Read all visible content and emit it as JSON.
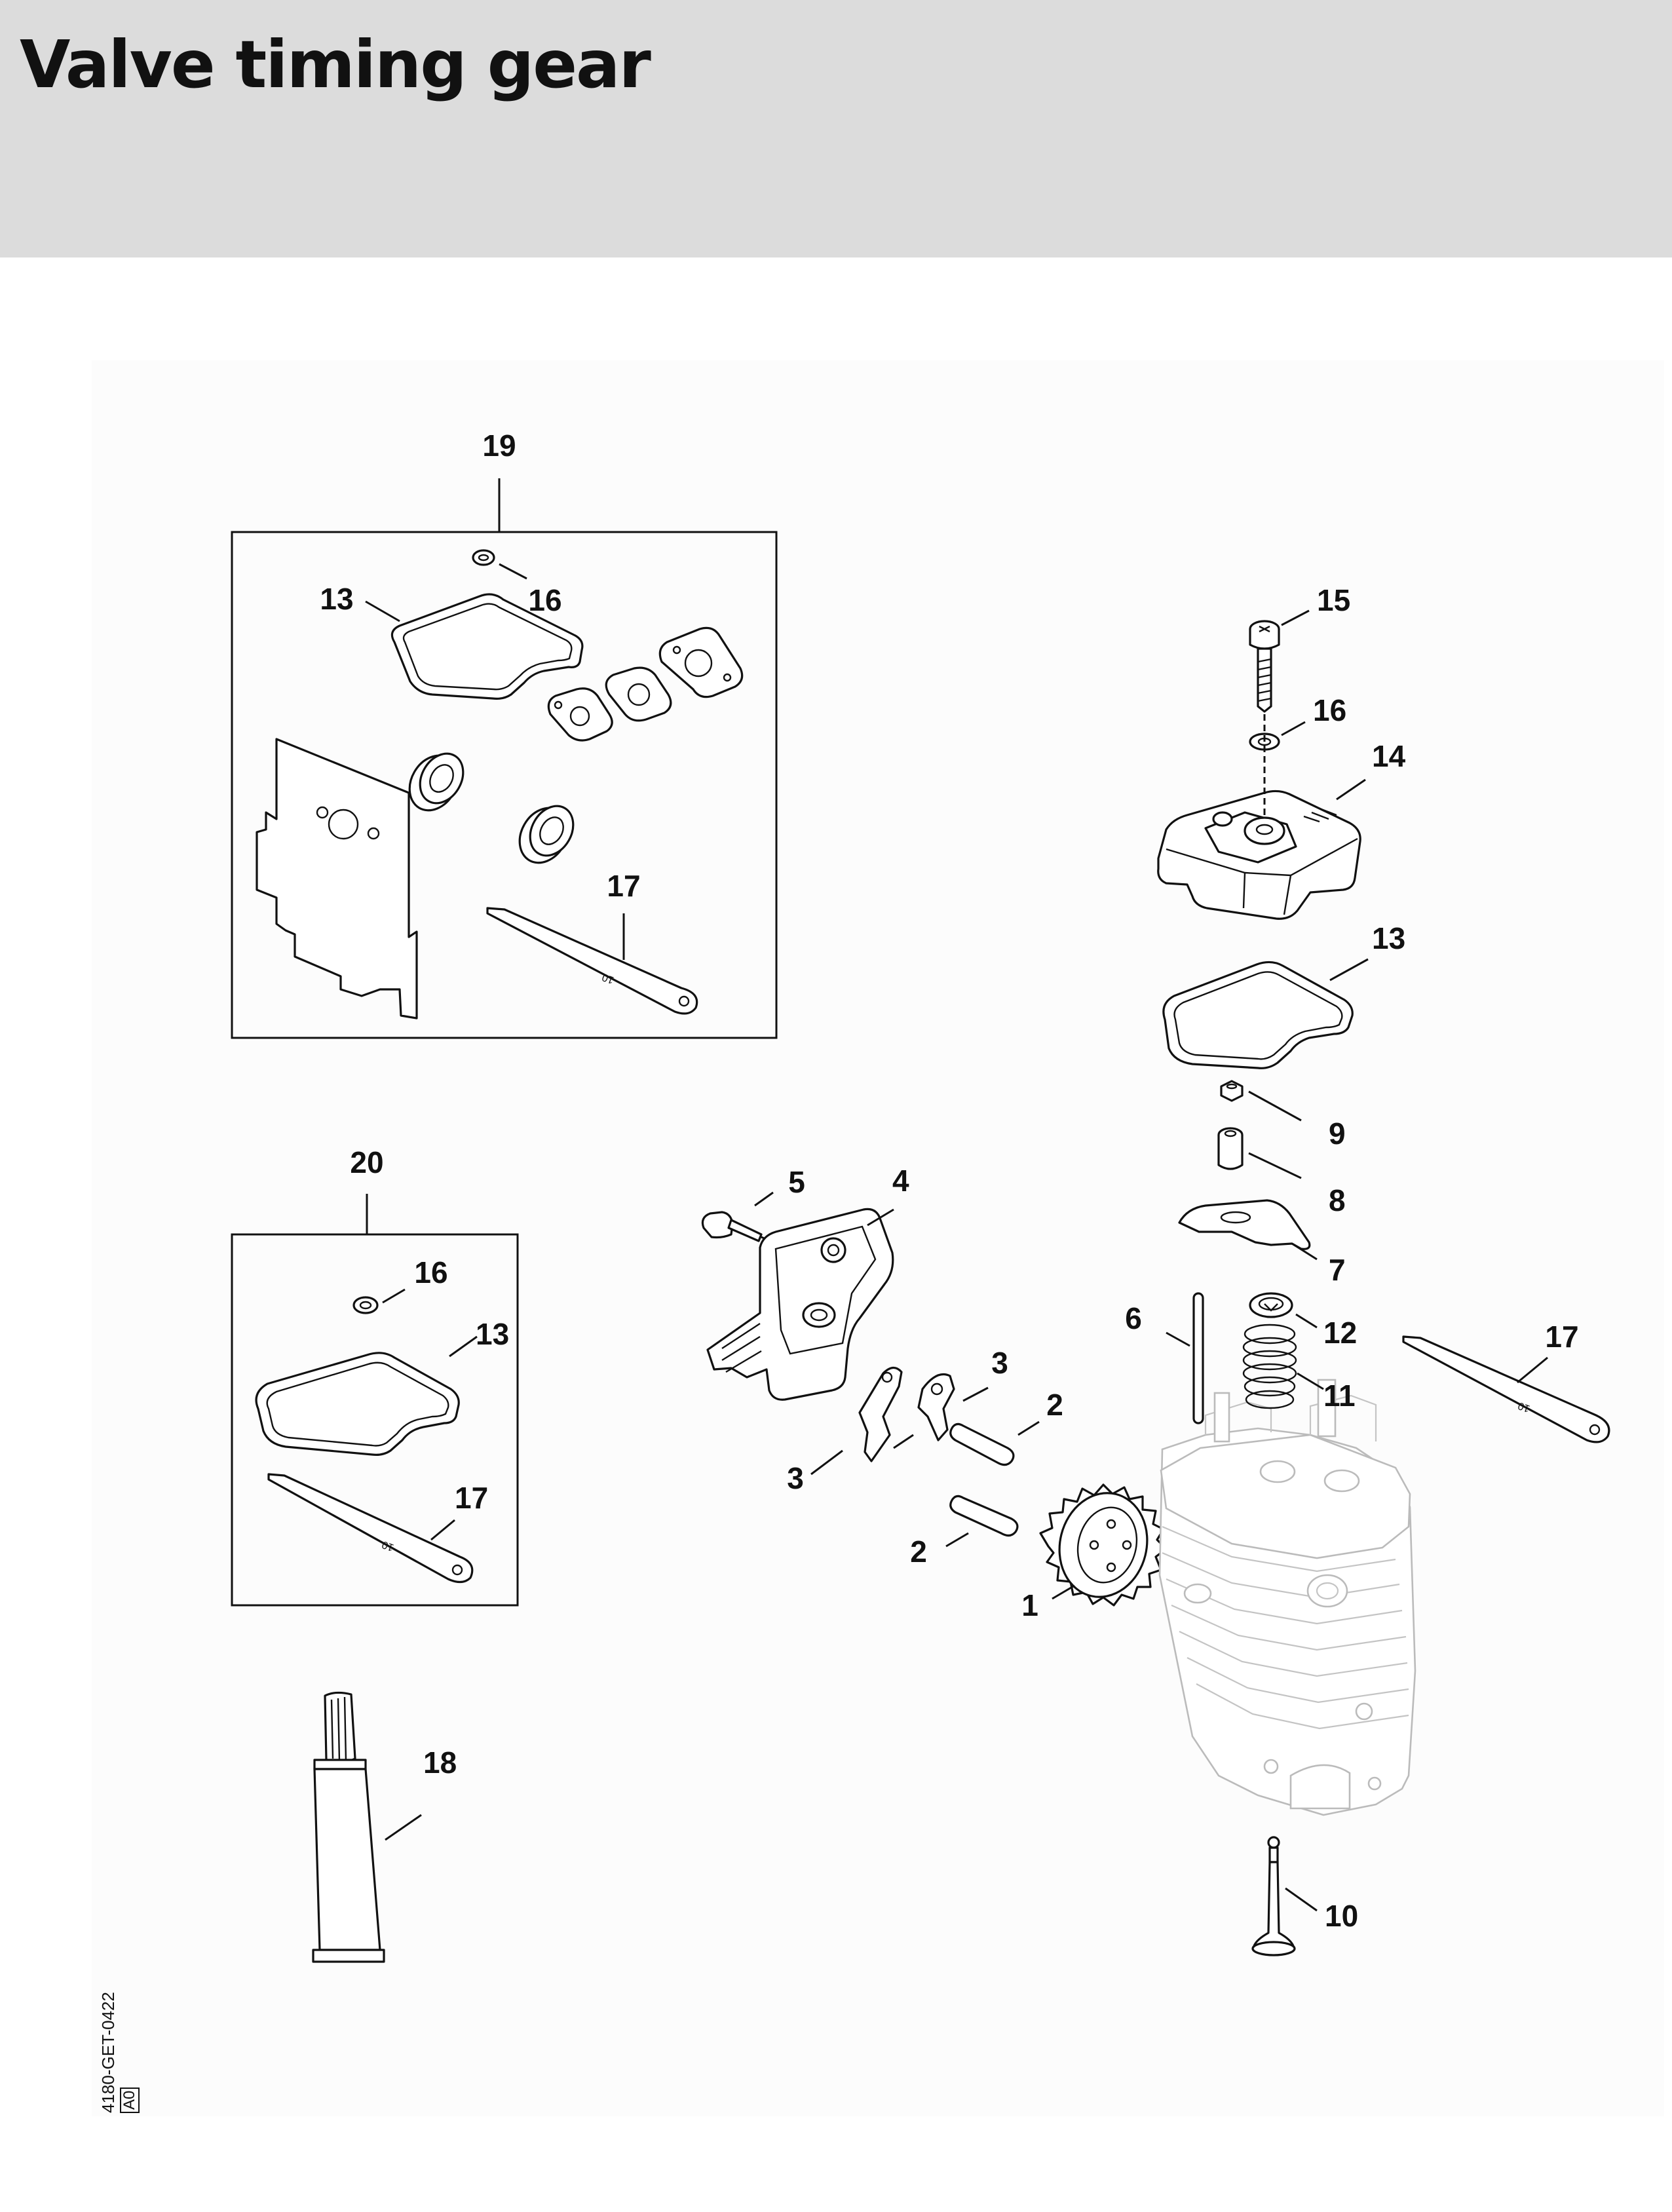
{
  "title": "Valve timing gear",
  "document_code": "4180-GET-0422",
  "document_revision": "A0",
  "kit_19": {
    "label": "19",
    "parts": [
      "13",
      "16",
      "17"
    ]
  },
  "kit_20": {
    "label": "20",
    "parts": [
      "16",
      "13",
      "17"
    ]
  },
  "callouts": {
    "c1": "1",
    "c2a": "2",
    "c2b": "2",
    "c3a": "3",
    "c3b": "3",
    "c4": "4",
    "c5": "5",
    "c6": "6",
    "c7": "7",
    "c8": "8",
    "c9": "9",
    "c10": "10",
    "c11": "11",
    "c12": "12",
    "c13": "13",
    "c14": "14",
    "c15": "15",
    "c16": "16",
    "c17": "17",
    "c18": "18"
  },
  "tool_marking": "10"
}
